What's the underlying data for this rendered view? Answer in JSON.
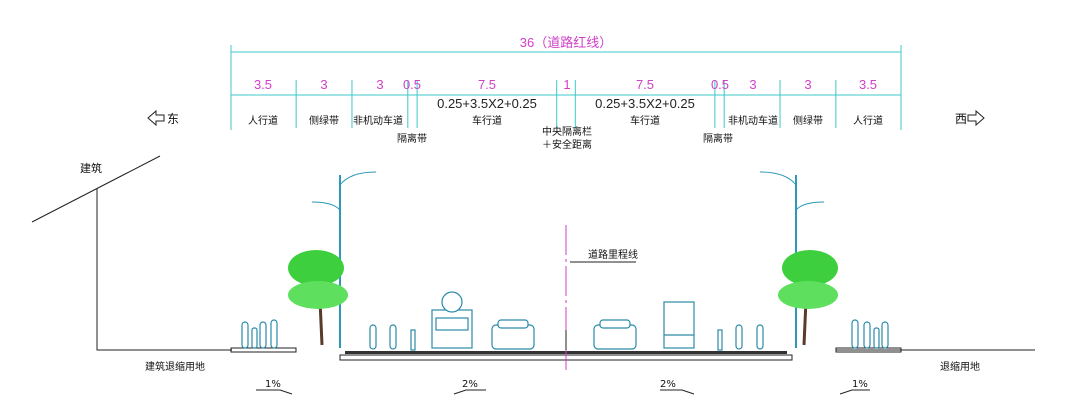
{
  "total": "36（道路红线）",
  "direction_east": "东",
  "direction_west": "西",
  "segments": [
    {
      "width": "3.5",
      "label": "人行道"
    },
    {
      "width": "3",
      "label": "侧绿带"
    },
    {
      "width": "3",
      "label": "非机动车道"
    },
    {
      "width": "0.5",
      "label": "隔离带"
    },
    {
      "width": "7.5",
      "label": "车行道",
      "formula": "0.25+3.5X2+0.25"
    },
    {
      "width": "1",
      "label": "中央隔离栏",
      "label2": "＋安全距离"
    },
    {
      "width": "7.5",
      "label": "车行道",
      "formula": "0.25+3.5X2+0.25"
    },
    {
      "width": "0.5",
      "label": "隔离带"
    },
    {
      "width": "3",
      "label": "非机动车道"
    },
    {
      "width": "3",
      "label": "侧绿带"
    },
    {
      "width": "3.5",
      "label": "人行道"
    }
  ],
  "building_label": "建筑",
  "centerline_label": "道路里程线",
  "left_setback": "建筑退缩用地",
  "right_setback": "退缩用地",
  "slopes": [
    "1%",
    "2%",
    "2%",
    "1%"
  ],
  "colors": {
    "dimension": "#d040c8",
    "guide": "#3cc8c8",
    "tree": "#3ecf3e"
  }
}
